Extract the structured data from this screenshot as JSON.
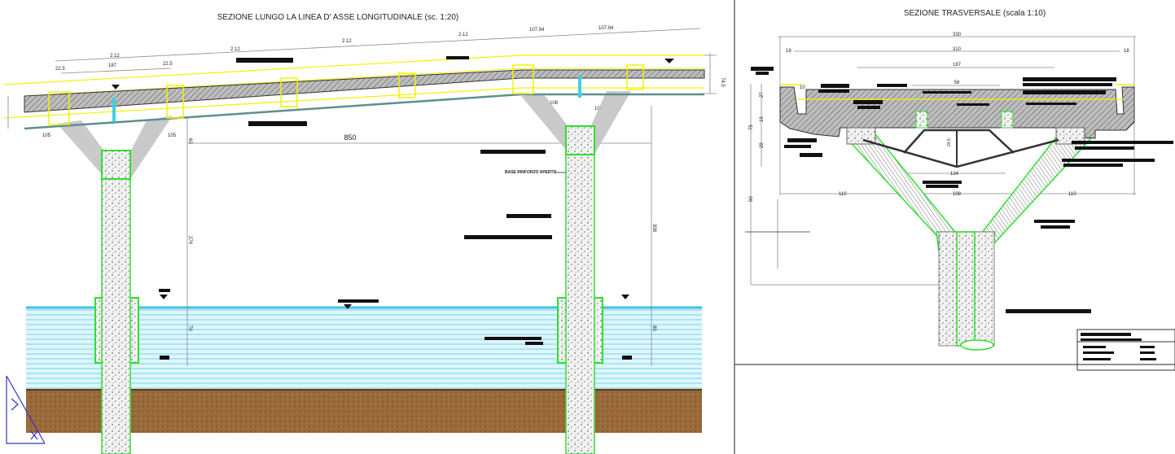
{
  "longitudinal": {
    "title": "SEZIONE LUNGO LA LINEA D' ASSE LONGITUDINALE (sc. 1:20)",
    "dimensions": [
      "2.12",
      "2.12",
      "2.12",
      "2.12",
      "107.94",
      "107.94",
      "187",
      "22.5",
      "22.5",
      "850",
      "105",
      "105",
      "108",
      "108",
      "74.5",
      "60",
      "274",
      "308",
      "70",
      "80"
    ],
    "note_rinforzo": "BASE RINFORZO APERTO"
  },
  "transversal": {
    "title": "SEZIONE TRASVERSALE (scala 1:10)",
    "dimensions": [
      "330",
      "310",
      "187",
      "58",
      "18",
      "18",
      "10",
      "27",
      "19",
      "75",
      "29",
      "90",
      "110",
      "108",
      "110",
      "124",
      "24,5"
    ]
  },
  "colors": {
    "water": "#3cc3e8",
    "ground": "#9a6a3a",
    "steel": "#f2f200",
    "strut": "#2ee02e",
    "concrete": "#cfcfcf"
  }
}
